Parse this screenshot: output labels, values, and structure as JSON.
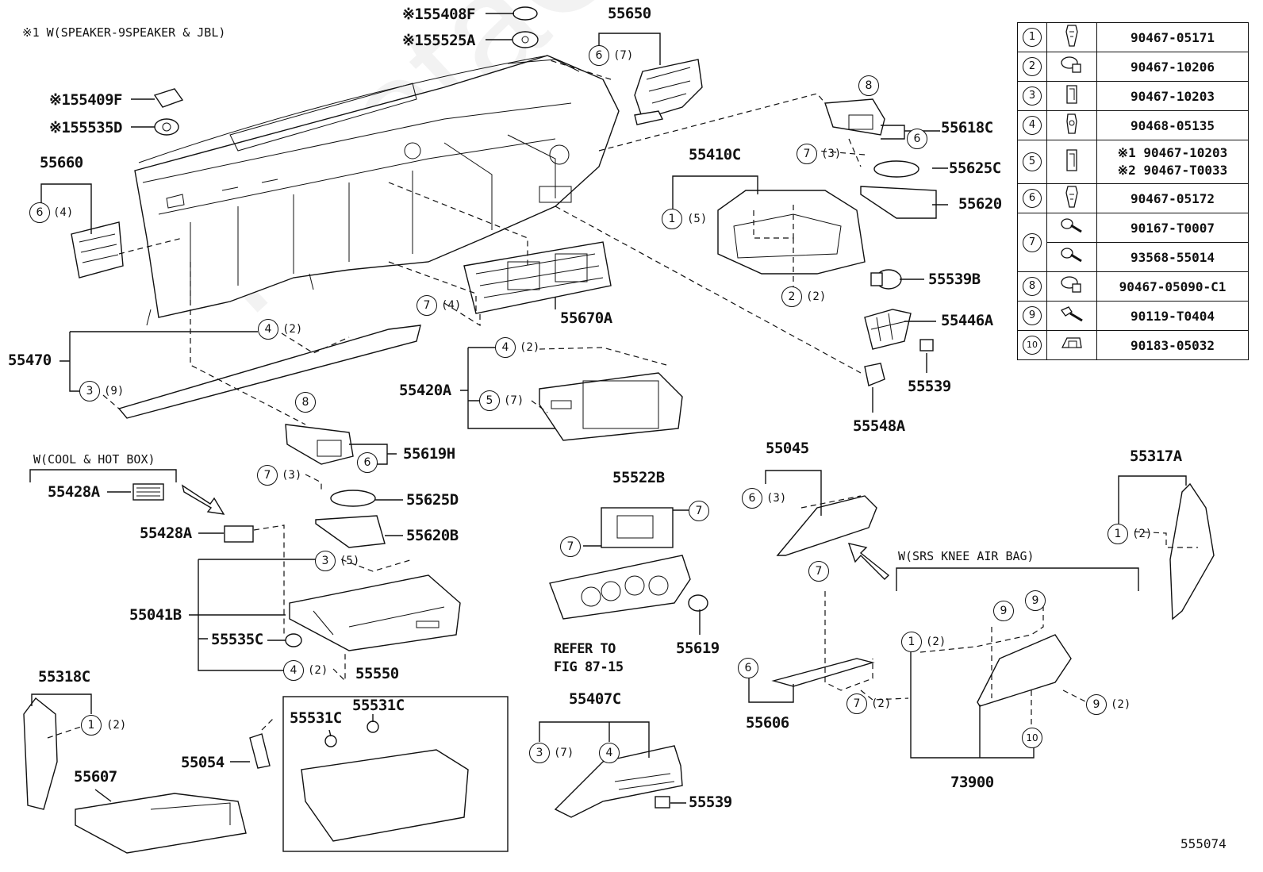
{
  "diagram_id": "555074",
  "notes": {
    "speaker_note": "※1 W(SPEAKER-9SPEAKER & JBL)",
    "cool_hot_box": "W(COOL & HOT BOX)",
    "srs_knee": "W(SRS KNEE AIR BAG)",
    "refer_line1": "REFER TO",
    "refer_line2": "FIG 87-15"
  },
  "watermark": "ToyotaCarMiner",
  "labels": {
    "p55408F": "※155408F",
    "p55525A": "※155525A",
    "p55409F": "※155409F",
    "p55535D": "※155535D",
    "p55650": "55650",
    "p55660": "55660",
    "p55618C": "55618C",
    "p55625C": "55625C",
    "p55620": "55620",
    "p55410C": "55410C",
    "p55539B": "55539B",
    "p55446A": "55446A",
    "p55539a": "55539",
    "p55548A": "55548A",
    "p55670A": "55670A",
    "p55470": "55470",
    "p55420A": "55420A",
    "p55619H": "55619H",
    "p55428A_a": "55428A",
    "p55428A_b": "55428A",
    "p55625D": "55625D",
    "p55620B": "55620B",
    "p55522B": "55522B",
    "p55045": "55045",
    "p55317A": "55317A",
    "p55041B": "55041B",
    "p55535C": "55535C",
    "p55550": "55550",
    "p55318C": "55318C",
    "p55531C_a": "55531C",
    "p55531C_b": "55531C",
    "p55054": "55054",
    "p55607": "55607",
    "p55619": "55619",
    "p55407C": "55407C",
    "p55539b": "55539",
    "p55606": "55606",
    "p73900": "73900"
  },
  "callouts": [
    {
      "num": "6",
      "qty": "(7)"
    },
    {
      "num": "8",
      "qty": ""
    },
    {
      "num": "6",
      "qty": ""
    },
    {
      "num": "7",
      "qty": "(3)"
    },
    {
      "num": "6",
      "qty": "(4)"
    },
    {
      "num": "1",
      "qty": "(5)"
    },
    {
      "num": "2",
      "qty": "(2)"
    },
    {
      "num": "7",
      "qty": "(4)"
    },
    {
      "num": "4",
      "qty": "(2)"
    },
    {
      "num": "3",
      "qty": "(9)"
    },
    {
      "num": "4",
      "qty": "(2)"
    },
    {
      "num": "5",
      "qty": "(7)"
    },
    {
      "num": "8",
      "qty": ""
    },
    {
      "num": "6",
      "qty": ""
    },
    {
      "num": "7",
      "qty": "(3)"
    },
    {
      "num": "7",
      "qty": ""
    },
    {
      "num": "7",
      "qty": ""
    },
    {
      "num": "6",
      "qty": "(3)"
    },
    {
      "num": "7",
      "qty": ""
    },
    {
      "num": "1",
      "qty": "(2)"
    },
    {
      "num": "3",
      "qty": "(5)"
    },
    {
      "num": "4",
      "qty": "(2)"
    },
    {
      "num": "1",
      "qty": "(2)"
    },
    {
      "num": "9",
      "qty": ""
    },
    {
      "num": "9",
      "qty": ""
    },
    {
      "num": "1",
      "qty": "(2)"
    },
    {
      "num": "6",
      "qty": ""
    },
    {
      "num": "7",
      "qty": "(2)"
    },
    {
      "num": "9",
      "qty": "(2)"
    },
    {
      "num": "10",
      "qty": ""
    },
    {
      "num": "3",
      "qty": "(7)"
    },
    {
      "num": "4",
      "qty": ""
    }
  ],
  "legend": [
    {
      "num": "1",
      "icon": "clip-icon",
      "part": "90467-05171"
    },
    {
      "num": "2",
      "icon": "push-rivet-icon",
      "part": "90467-10206"
    },
    {
      "num": "3",
      "icon": "clip-icon",
      "part": "90467-10203"
    },
    {
      "num": "4",
      "icon": "clip-icon",
      "part": "90468-05135"
    },
    {
      "num": "5",
      "icon": "clip-icon",
      "part": "※1 90467-10203",
      "part2": "※2 90467-T0033"
    },
    {
      "num": "6",
      "icon": "clip-icon",
      "part": "90467-05172"
    },
    {
      "num": "7",
      "icon": "screw-icon",
      "part": "90167-T0007",
      "part2": "93568-55014"
    },
    {
      "num": "8",
      "icon": "push-rivet-icon",
      "part": "90467-05090-C1"
    },
    {
      "num": "9",
      "icon": "bolt-icon",
      "part": "90119-T0404"
    },
    {
      "num": "10",
      "icon": "nut-clip-icon",
      "part": "90183-05032"
    }
  ]
}
